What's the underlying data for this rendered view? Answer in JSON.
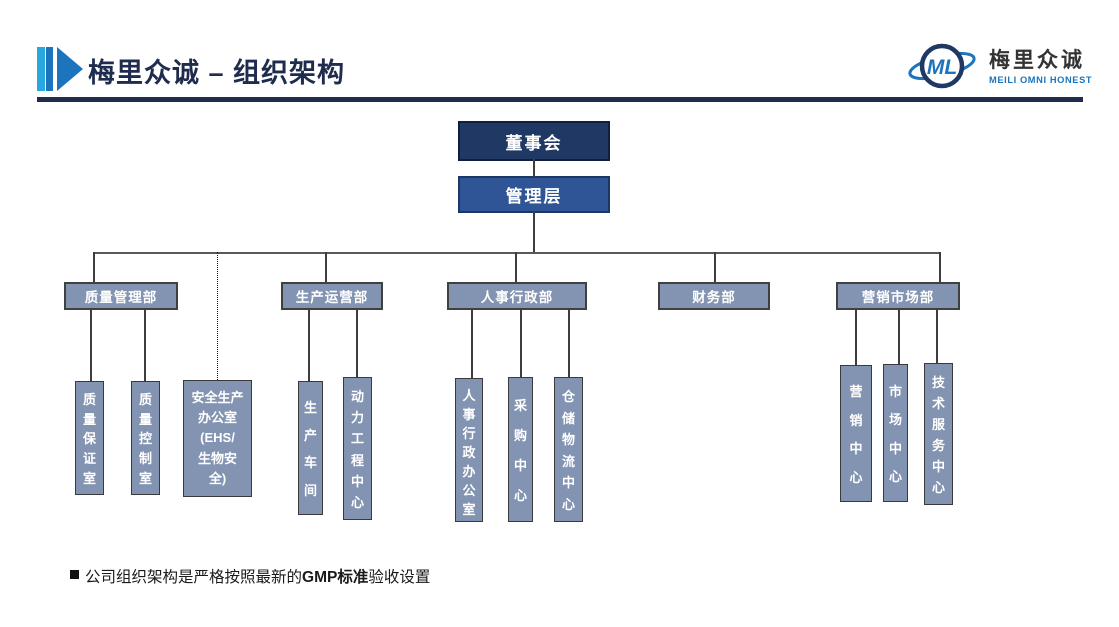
{
  "slide": {
    "title": "梅里众诚 – 组织架构",
    "logo": {
      "monogram": "ML",
      "name_cn": "梅里众诚",
      "name_en": "MEILI OMNI HONEST"
    },
    "org": {
      "board": "董事会",
      "management": "管理层",
      "departments": [
        {
          "label": "质量管理部"
        },
        {
          "label": "生产运营部"
        },
        {
          "label": "人事行政部"
        },
        {
          "label": "财务部"
        },
        {
          "label": "营销市场部"
        }
      ],
      "units": [
        {
          "label": "质量保证室",
          "parent": "质量管理部"
        },
        {
          "label": "质量控制室",
          "parent": "质量管理部"
        },
        {
          "label": "安全生产办公室(EHS/生物安全)",
          "display": "安全生产\n办公室\n(EHS/\n生物安\n全)",
          "parent": "质量管理部",
          "link_style": "dotted"
        },
        {
          "label": "生产车间",
          "parent": "生产运营部"
        },
        {
          "label": "动力工程中心",
          "parent": "生产运营部"
        },
        {
          "label": "人事行政办公室",
          "parent": "人事行政部"
        },
        {
          "label": "采购中心",
          "parent": "人事行政部"
        },
        {
          "label": "仓储物流中心",
          "parent": "人事行政部"
        },
        {
          "label": "营销中心",
          "parent": "营销市场部"
        },
        {
          "label": "市场中心",
          "parent": "营销市场部"
        },
        {
          "label": "技术服务中心",
          "parent": "营销市场部"
        }
      ]
    },
    "footer": {
      "text_normal_1": "公司组织架构是严格按照最新的",
      "text_bold": "GMP标准",
      "text_normal_2": "验收设置"
    },
    "colors": {
      "board_fill": "#1F3864",
      "management_fill": "#2F5597",
      "box_fill": "#8294B1",
      "accent_light_blue": "#29A8E0",
      "accent_blue": "#1B74BC",
      "title_navy": "#1F2C4E"
    }
  }
}
